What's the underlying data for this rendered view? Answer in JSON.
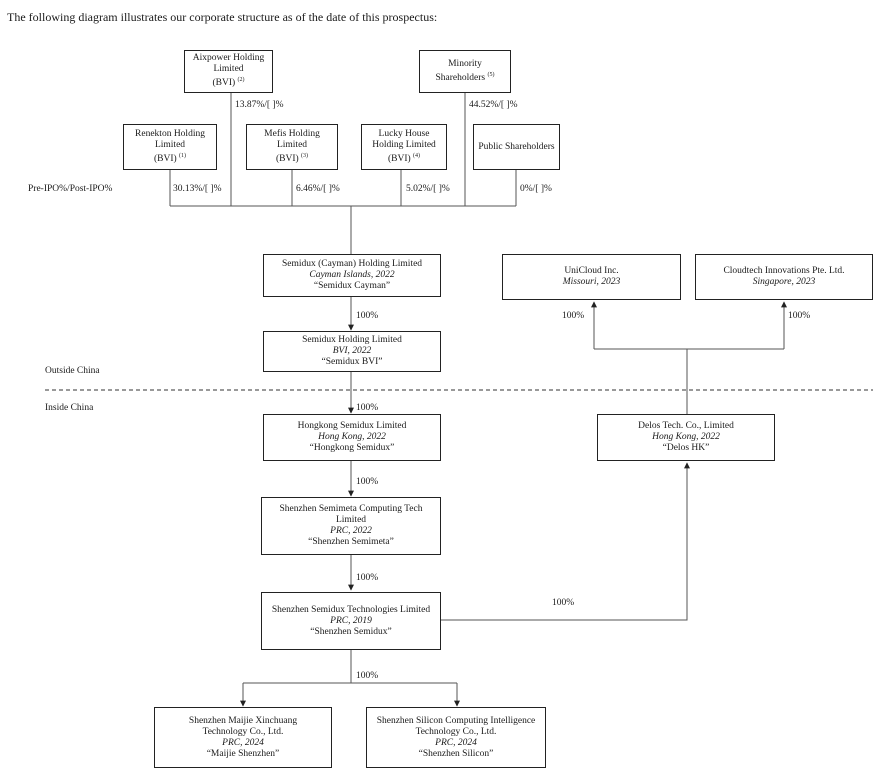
{
  "intro": "The following diagram illustrates our corporate structure as of the date of this prospectus:",
  "entities": {
    "aixpower": {
      "name": "Aixpower Holding Limited",
      "jur": "(BVI)",
      "note": "(2)"
    },
    "minority": {
      "name": "Minority Shareholders",
      "note": "(5)"
    },
    "renekton": {
      "name": "Renekton Holding Limited",
      "jur": "(BVI)",
      "note": "(1)"
    },
    "mefis": {
      "name": "Mefis Holding Limited",
      "jur": "(BVI)",
      "note": "(3)"
    },
    "lucky": {
      "name": "Lucky House Holding Limited",
      "jur": "(BVI)",
      "note": "(4)"
    },
    "public": {
      "name": "Public Shareholders"
    },
    "cayman": {
      "name": "Semidux (Cayman) Holding Limited",
      "place": "Cayman Islands, 2022",
      "short": "“Semidux Cayman”"
    },
    "bvi": {
      "name": "Semidux Holding Limited",
      "place": "BVI, 2022",
      "short": "“Semidux BVI”"
    },
    "unicloud": {
      "name": "UniCloud Inc.",
      "place": "Missouri, 2023"
    },
    "cloudtech": {
      "name": "Cloudtech Innovations Pte. Ltd.",
      "place": "Singapore, 2023"
    },
    "hk": {
      "name": "Hongkong Semidux Limited",
      "place": "Hong Kong, 2022",
      "short": "“Hongkong Semidux”"
    },
    "delos": {
      "name": "Delos Tech. Co., Limited",
      "place": "Hong Kong, 2022",
      "short": "“Delos HK”"
    },
    "semimeta": {
      "name": "Shenzhen Semimeta Computing Tech Limited",
      "place": "PRC, 2022",
      "short": "“Shenzhen Semimeta”"
    },
    "szsemidux": {
      "name": "Shenzhen Semidux Technologies Limited",
      "place": "PRC, 2019",
      "short": "“Shenzhen Semidux”"
    },
    "maijie": {
      "name": "Shenzhen Maijie Xinchuang Technology Co., Ltd.",
      "place": "PRC, 2024",
      "short": "“Maijie Shenzhen”"
    },
    "silicon": {
      "name": "Shenzhen Silicon Computing Intelligence Technology Co., Ltd.",
      "place": "PRC, 2024",
      "short": "“Shenzhen Silicon”"
    }
  },
  "percentages": {
    "pre_post_label": "Pre-IPO%/Post-IPO%",
    "aixpower": "13.87%/[  ]%",
    "minority": "44.52%/[  ]%",
    "renekton": "30.13%/[  ]%",
    "mefis": "6.46%/[  ]%",
    "lucky": "5.02%/[  ]%",
    "public": "0%/[  ]%",
    "cayman_bvi": "100%",
    "bvi_hk": "100%",
    "hk_semimeta": "100%",
    "semimeta_szsemidux": "100%",
    "szsemidux_delos": "100%",
    "szsemidux_subs": "100%",
    "delos_unicloud": "100%",
    "delos_cloudtech": "100%"
  },
  "regions": {
    "outside": "Outside China",
    "inside": "Inside China"
  }
}
